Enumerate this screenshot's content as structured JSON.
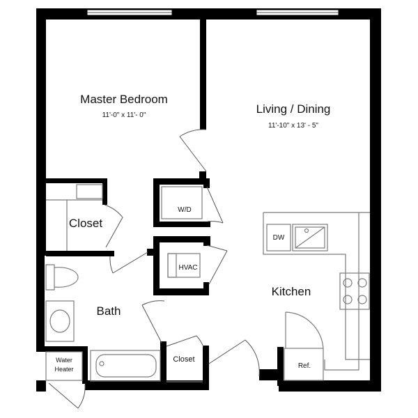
{
  "rooms": {
    "master_bedroom": {
      "name": "Master Bedroom",
      "dims": "11'-0\" x 11'- 0\""
    },
    "living_dining": {
      "name": "Living / Dining",
      "dims": "11'-10\" x 13' - 5\""
    },
    "closet_main": {
      "name": "Closet"
    },
    "closet_small": {
      "name": "Closet"
    },
    "bath": {
      "name": "Bath"
    },
    "kitchen": {
      "name": "Kitchen"
    }
  },
  "fixtures": {
    "washer_dryer": "W/D",
    "hvac": "HVAC",
    "dishwasher": "DW",
    "refrigerator": "Ref.",
    "water_heater_line1": "Water",
    "water_heater_line2": "Heater"
  },
  "colors": {
    "wall": "#000000",
    "fixture_line": "#7a7a7a",
    "background": "#ffffff"
  }
}
